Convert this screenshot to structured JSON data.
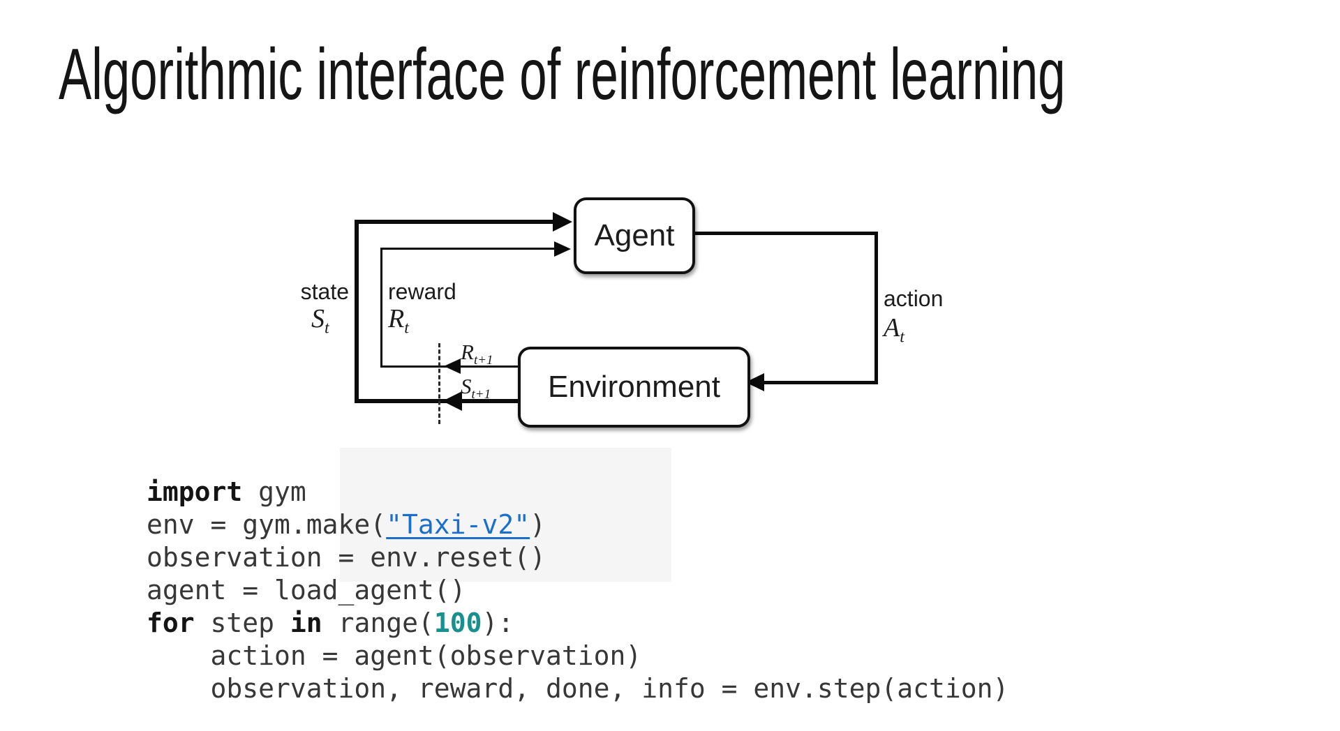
{
  "slide": {
    "title": "Algorithmic interface of reinforcement learning"
  },
  "diagram": {
    "agent": "Agent",
    "environment": "Environment",
    "labels": {
      "state": "state",
      "reward": "reward",
      "action": "action"
    },
    "symbols": {
      "state": {
        "base": "S",
        "sub": "t"
      },
      "reward": {
        "base": "R",
        "sub": "t"
      },
      "action": {
        "base": "A",
        "sub": "t"
      },
      "next_reward": {
        "base": "R",
        "sub": "t+1"
      },
      "next_state": {
        "base": "S",
        "sub": "t+1"
      }
    }
  },
  "code": {
    "lines": [
      [
        {
          "t": "import",
          "c": "kw"
        },
        {
          "t": " gym",
          "c": "plain"
        }
      ],
      [
        {
          "t": "env = gym.make(",
          "c": "plain"
        },
        {
          "t": "\"Taxi-v2\"",
          "c": "link"
        },
        {
          "t": ")",
          "c": "plain"
        }
      ],
      [
        {
          "t": "observation = env.reset()",
          "c": "plain"
        }
      ],
      [
        {
          "t": "agent = load_agent()",
          "c": "plain"
        }
      ],
      [
        {
          "t": "for",
          "c": "kw"
        },
        {
          "t": " step ",
          "c": "plain"
        },
        {
          "t": "in",
          "c": "kw"
        },
        {
          "t": " range(",
          "c": "plain"
        },
        {
          "t": "100",
          "c": "num"
        },
        {
          "t": "):",
          "c": "plain"
        }
      ],
      [
        {
          "t": "    action = agent(observation)",
          "c": "plain"
        }
      ],
      [
        {
          "t": "    observation, reward, done, info = env.step(action)",
          "c": "plain"
        }
      ]
    ]
  },
  "colors": {
    "link_blue": "#1A6FCC",
    "number_teal": "#17908E",
    "keyword": "#141414",
    "code_text": "#373737",
    "line_black": "#0b0b0b"
  }
}
